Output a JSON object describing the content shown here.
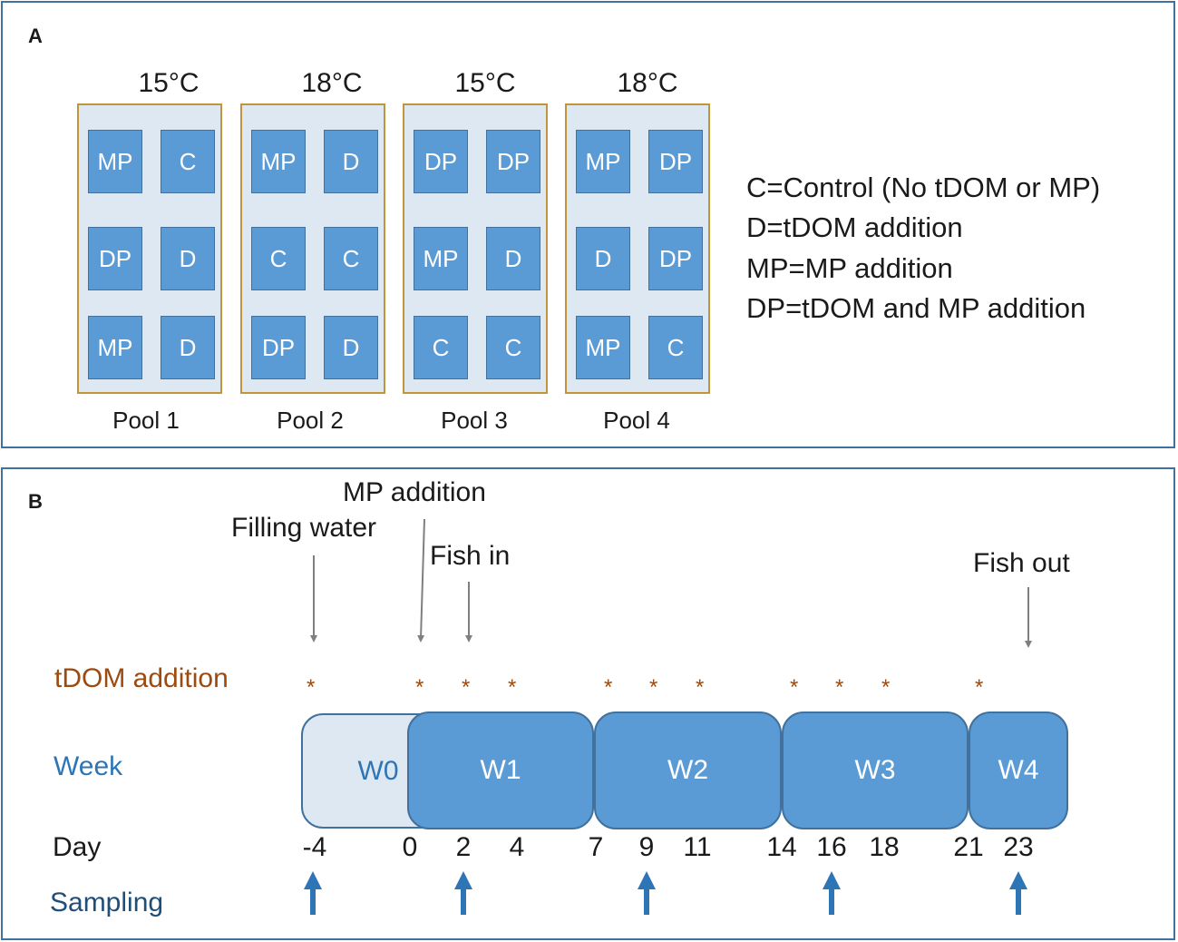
{
  "panel_a": {
    "label": "A",
    "pools": [
      {
        "temp": "15°C",
        "name": "Pool 1",
        "cells": [
          "MP",
          "C",
          "DP",
          "D",
          "MP",
          "D"
        ]
      },
      {
        "temp": "18°C",
        "name": "Pool 2",
        "cells": [
          "MP",
          "D",
          "C",
          "C",
          "DP",
          "D"
        ]
      },
      {
        "temp": "15°C",
        "name": "Pool 3",
        "cells": [
          "DP",
          "DP",
          "MP",
          "D",
          "C",
          "C"
        ]
      },
      {
        "temp": "18°C",
        "name": "Pool 4",
        "cells": [
          "MP",
          "DP",
          "D",
          "DP",
          "MP",
          "C"
        ]
      }
    ],
    "legend": [
      "C=Control (No tDOM or MP)",
      "D=tDOM addition",
      "MP=MP addition",
      "DP=tDOM and MP addition"
    ],
    "colors": {
      "cell": "#5b9bd5",
      "pool_bg": "#dde8f3",
      "pool_border": "#c2953a",
      "frame": "#41719c"
    }
  },
  "panel_b": {
    "label": "B",
    "row_labels": {
      "tdom": "tDOM addition",
      "week": "Week",
      "day": "Day",
      "sampling": "Sampling"
    },
    "events": [
      "Filling water",
      "MP addition",
      "Fish in",
      "Fish out"
    ],
    "weeks": [
      "W0",
      "W1",
      "W2",
      "W3",
      "W4"
    ],
    "days": [
      "-4",
      "0",
      "2",
      "4",
      "7",
      "9",
      "11",
      "14",
      "16",
      "18",
      "21",
      "23"
    ],
    "star": "*",
    "colors": {
      "tdom": "#9c4a10",
      "week_label": "#2e75b6",
      "sampling": "#1f4e79",
      "arrow": "#2e75b6",
      "event_arrow": "#7f7f7f"
    }
  }
}
